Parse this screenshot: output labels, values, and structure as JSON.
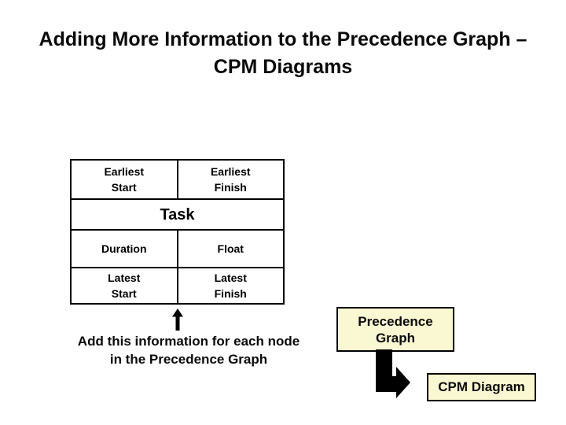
{
  "slide_title": {
    "line1": "Adding More Information to the Precedence Graph –",
    "line2": "CPM Diagrams"
  },
  "node_template_table": {
    "earliest_start": "Earliest\nStart",
    "earliest_finish": "Earliest\nFinish",
    "task": "Task",
    "duration": "Duration",
    "float": "Float",
    "latest_start": "Latest\nStart",
    "latest_finish": "Latest\nFinish"
  },
  "caption": {
    "line1": "Add this information for each node",
    "line2": "in the Precedence Graph"
  },
  "flow": {
    "precedence_graph_label": "Precedence\nGraph",
    "cpm_diagram_label": "CPM Diagram"
  },
  "icons": {
    "up_arrow": "up-arrow",
    "bent_arrow": "bent-down-right-arrow"
  },
  "colors": {
    "background": "#FFFFFF",
    "text": "#000000",
    "box_fill": "#FAF8D2",
    "box_border": "#000000"
  }
}
